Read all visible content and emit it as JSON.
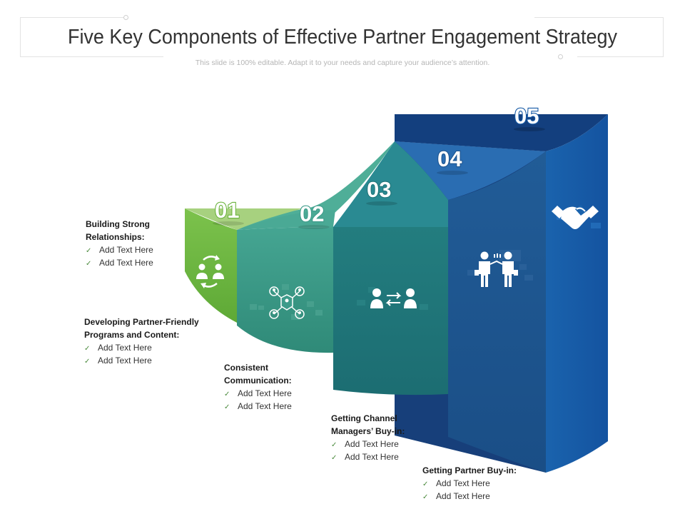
{
  "title": "Five Key Components of Effective Partner Engagement Strategy",
  "subtitle": "This slide is 100% editable. Adapt it to your needs and capture your audience’s attention.",
  "colors": {
    "step1": "#6cb33f",
    "step2": "#3d9b8a",
    "step3": "#1f7478",
    "step4": "#1d5590",
    "step5": "#165aa6"
  },
  "steps": [
    {
      "number": "01",
      "icon": "relationship-cycle-icon",
      "heading": [
        "Building Strong",
        "Relationships:"
      ],
      "bullets": [
        "Add Text Here",
        "Add Text Here"
      ]
    },
    {
      "number": "02",
      "icon": "network-hub-icon",
      "heading": [
        "Developing Partner-Friendly",
        "Programs and Content:"
      ],
      "bullets": [
        "Add Text Here",
        "Add Text Here"
      ]
    },
    {
      "number": "03",
      "icon": "two-way-communication-icon",
      "heading": [
        "Consistent",
        "Communication:"
      ],
      "bullets": [
        "Add Text Here",
        "Add Text Here"
      ]
    },
    {
      "number": "04",
      "icon": "managers-meeting-icon",
      "heading": [
        "Getting Channel",
        "Managers’ Buy-in:"
      ],
      "bullets": [
        "Add Text Here",
        "Add Text Here"
      ]
    },
    {
      "number": "05",
      "icon": "handshake-icon",
      "heading": [
        "Getting Partner Buy-in:"
      ],
      "bullets": [
        "Add Text Here",
        "Add Text Here"
      ]
    }
  ],
  "check_glyph": "✓"
}
